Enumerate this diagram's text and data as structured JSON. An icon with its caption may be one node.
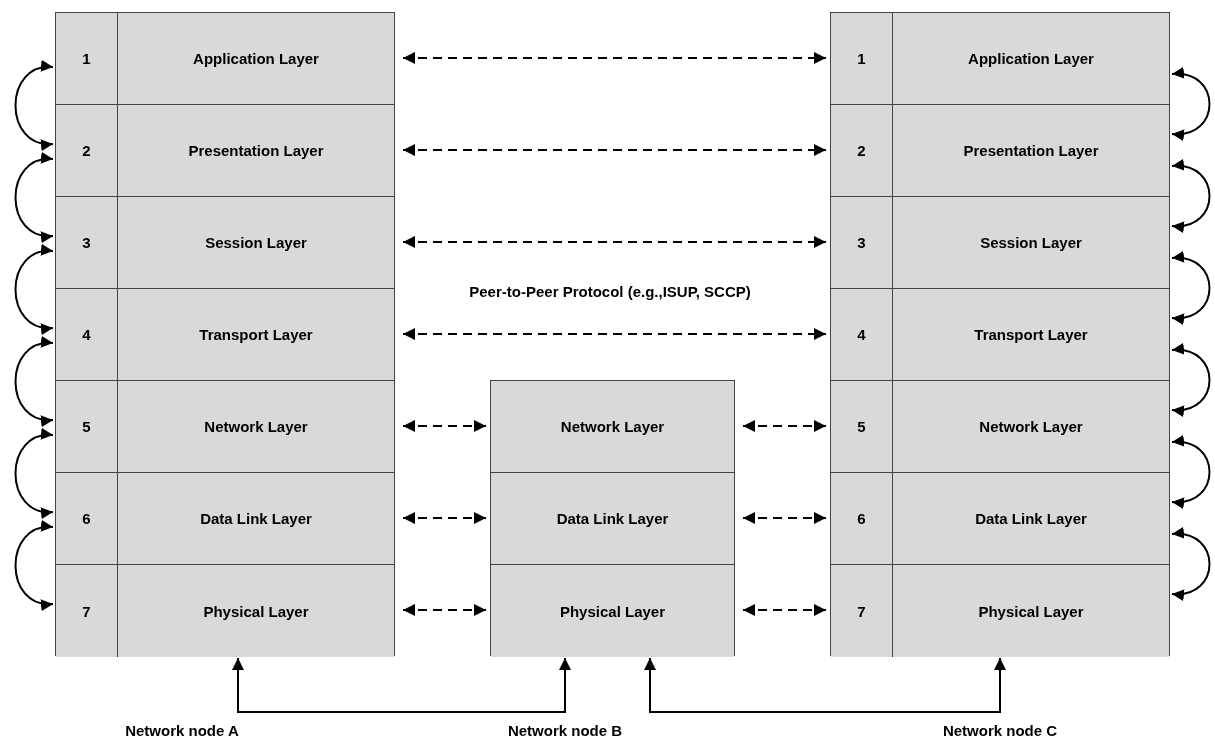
{
  "diagram": {
    "nodes": [
      {
        "text": [],
        "shape": "box"
      },
      {
        "text": [
          "1",
          "Application Layer"
        ],
        "in": 0
      },
      {
        "text": [
          "2",
          "Presentation Layer"
        ],
        "in": 0
      },
      {
        "text": [
          "3",
          "Session Layer"
        ],
        "in": 0
      },
      {
        "text": [
          "4",
          "Transport Layer"
        ],
        "in": 0
      },
      {
        "text": [
          "5",
          "Network Layer"
        ],
        "in": 0
      },
      {
        "text": [
          "6",
          "Data Link Layer"
        ],
        "in": 0
      },
      {
        "text": [
          "7",
          "Physical Layer"
        ],
        "in": 0
      },
      {
        "text": [],
        "shape": "box"
      },
      {
        "text": [
          "Network Layer"
        ],
        "in": 8
      },
      {
        "text": [
          "Data Link Layer"
        ],
        "in": 8
      },
      {
        "text": [
          "Physical Layer"
        ],
        "in": 8
      },
      {
        "text": [],
        "shape": "box"
      },
      {
        "text": [
          "1",
          "Application Layer"
        ],
        "in": 12
      },
      {
        "text": [
          "2",
          "Presentation Layer"
        ],
        "in": 12
      },
      {
        "text": [
          "3",
          "Session Layer"
        ],
        "in": 12
      },
      {
        "text": [
          "4",
          "Transport Layer"
        ],
        "in": 12
      },
      {
        "text": [
          "5",
          "Network Layer"
        ],
        "in": 12
      },
      {
        "text": [
          "6",
          "Data Link Layer"
        ],
        "in": 12
      },
      {
        "text": [
          "7",
          "Physical Layer"
        ],
        "in": 12
      }
    ],
    "edges": [
      {
        "from": 1,
        "to": 2,
        "arrow": "both"
      },
      {
        "from": 2,
        "to": 3,
        "arrow": "both"
      },
      {
        "from": 3,
        "to": 4,
        "arrow": "both"
      },
      {
        "from": 4,
        "to": 5,
        "arrow": "both"
      },
      {
        "from": 5,
        "to": 6,
        "arrow": "both"
      },
      {
        "from": 6,
        "to": 7,
        "arrow": "both"
      },
      {
        "from": 13,
        "to": 14,
        "arrow": "both"
      },
      {
        "from": 14,
        "to": 15,
        "arrow": "both"
      },
      {
        "from": 15,
        "to": 16,
        "arrow": "both"
      },
      {
        "from": 16,
        "to": 17,
        "arrow": "both"
      },
      {
        "from": 17,
        "to": 18,
        "arrow": "both"
      },
      {
        "from": 18,
        "to": 19,
        "arrow": "both"
      },
      {
        "from": 1,
        "to": 13,
        "arrow": "both",
        "style": "dashed"
      },
      {
        "from": 2,
        "to": 14,
        "arrow": "both",
        "style": "dashed"
      },
      {
        "from": 3,
        "to": 15,
        "arrow": "both",
        "style": "dashed"
      },
      {
        "from": 4,
        "to": 16,
        "arrow": "both",
        "style": "dashed"
      },
      {
        "from": 5,
        "to": 9,
        "arrow": "both",
        "style": "dashed"
      },
      {
        "from": 6,
        "to": 10,
        "arrow": "both",
        "style": "dashed"
      },
      {
        "from": 7,
        "to": 11,
        "arrow": "both",
        "style": "dashed"
      },
      {
        "from": 9,
        "to": 17,
        "arrow": "both",
        "style": "dashed"
      },
      {
        "from": 10,
        "to": 18,
        "arrow": "both",
        "style": "dashed"
      },
      {
        "from": 11,
        "to": 19,
        "arrow": "both",
        "style": "dashed"
      },
      {
        "from": 0,
        "to": 8,
        "arrow": "both"
      },
      {
        "from": 8,
        "to": 12,
        "arrow": "both"
      }
    ],
    "labels": [
      "Peer-to-Peer Protocol (e.g.,ISUP, SCCP)",
      "Network node A",
      "Network node B",
      "Network node C"
    ]
  }
}
